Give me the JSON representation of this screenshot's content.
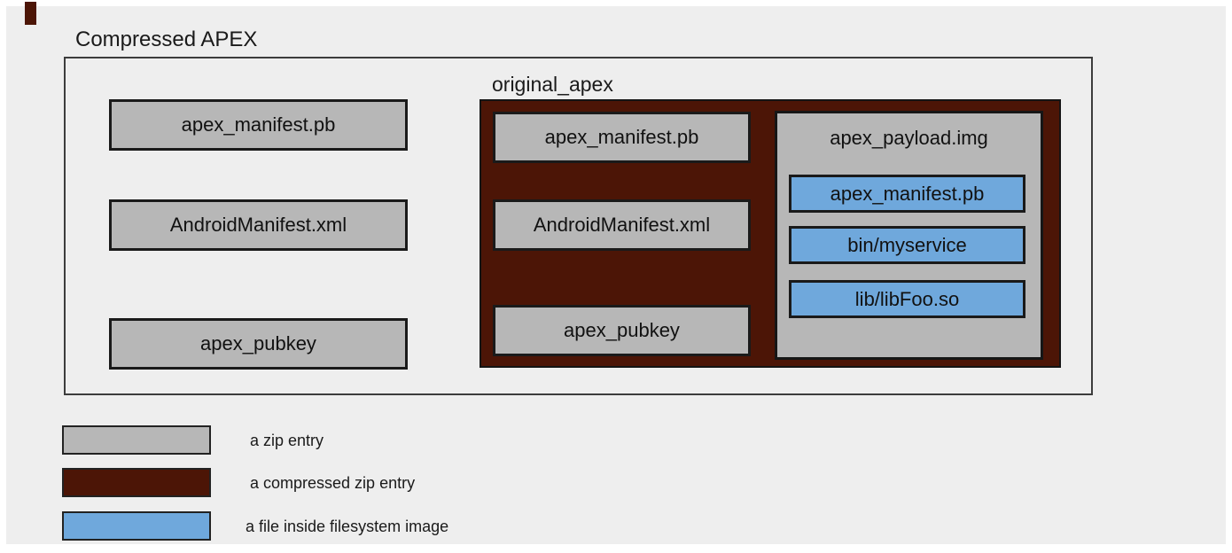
{
  "diagram": {
    "title": "Compressed APEX",
    "left_entries": [
      "apex_manifest.pb",
      "AndroidManifest.xml",
      "apex_pubkey"
    ],
    "original_apex": {
      "label": "original_apex",
      "entries": [
        "apex_manifest.pb",
        "AndroidManifest.xml",
        "apex_pubkey"
      ],
      "payload": {
        "label": "apex_payload.img",
        "files": [
          "apex_manifest.pb",
          "bin/myservice",
          "lib/libFoo.so"
        ]
      }
    }
  },
  "legend": {
    "items": [
      {
        "label": "a zip entry"
      },
      {
        "label": "a compressed zip entry"
      },
      {
        "label": "a file inside filesystem image"
      }
    ]
  },
  "colors": {
    "zip_entry": "#b7b7b7",
    "compressed_zip_entry": "#4c1506",
    "filesystem_file": "#6fa8dc",
    "canvas_background": "#eeeeee"
  }
}
